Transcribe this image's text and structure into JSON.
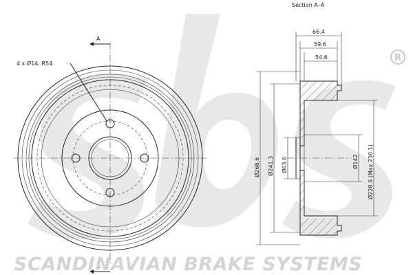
{
  "section_title": "Section A–A",
  "section_marker": "A",
  "hole_spec": "4 x Ø14, R54",
  "dimensions": {
    "d_66_4": "66.4",
    "d_59_6": "59.6",
    "d_54_6": "54.6",
    "d_268_6": "Ø268.6",
    "d_241_3": "Ø241.3",
    "d_63_6": "Ø63.6",
    "d_142": "Ø142",
    "d_228_6": "Ø228.6 (Max 230.1)"
  },
  "brand": {
    "name": "SCANDINAVIAN BRAKE SYSTEMS",
    "logo": "sbs",
    "registered": "®"
  }
}
